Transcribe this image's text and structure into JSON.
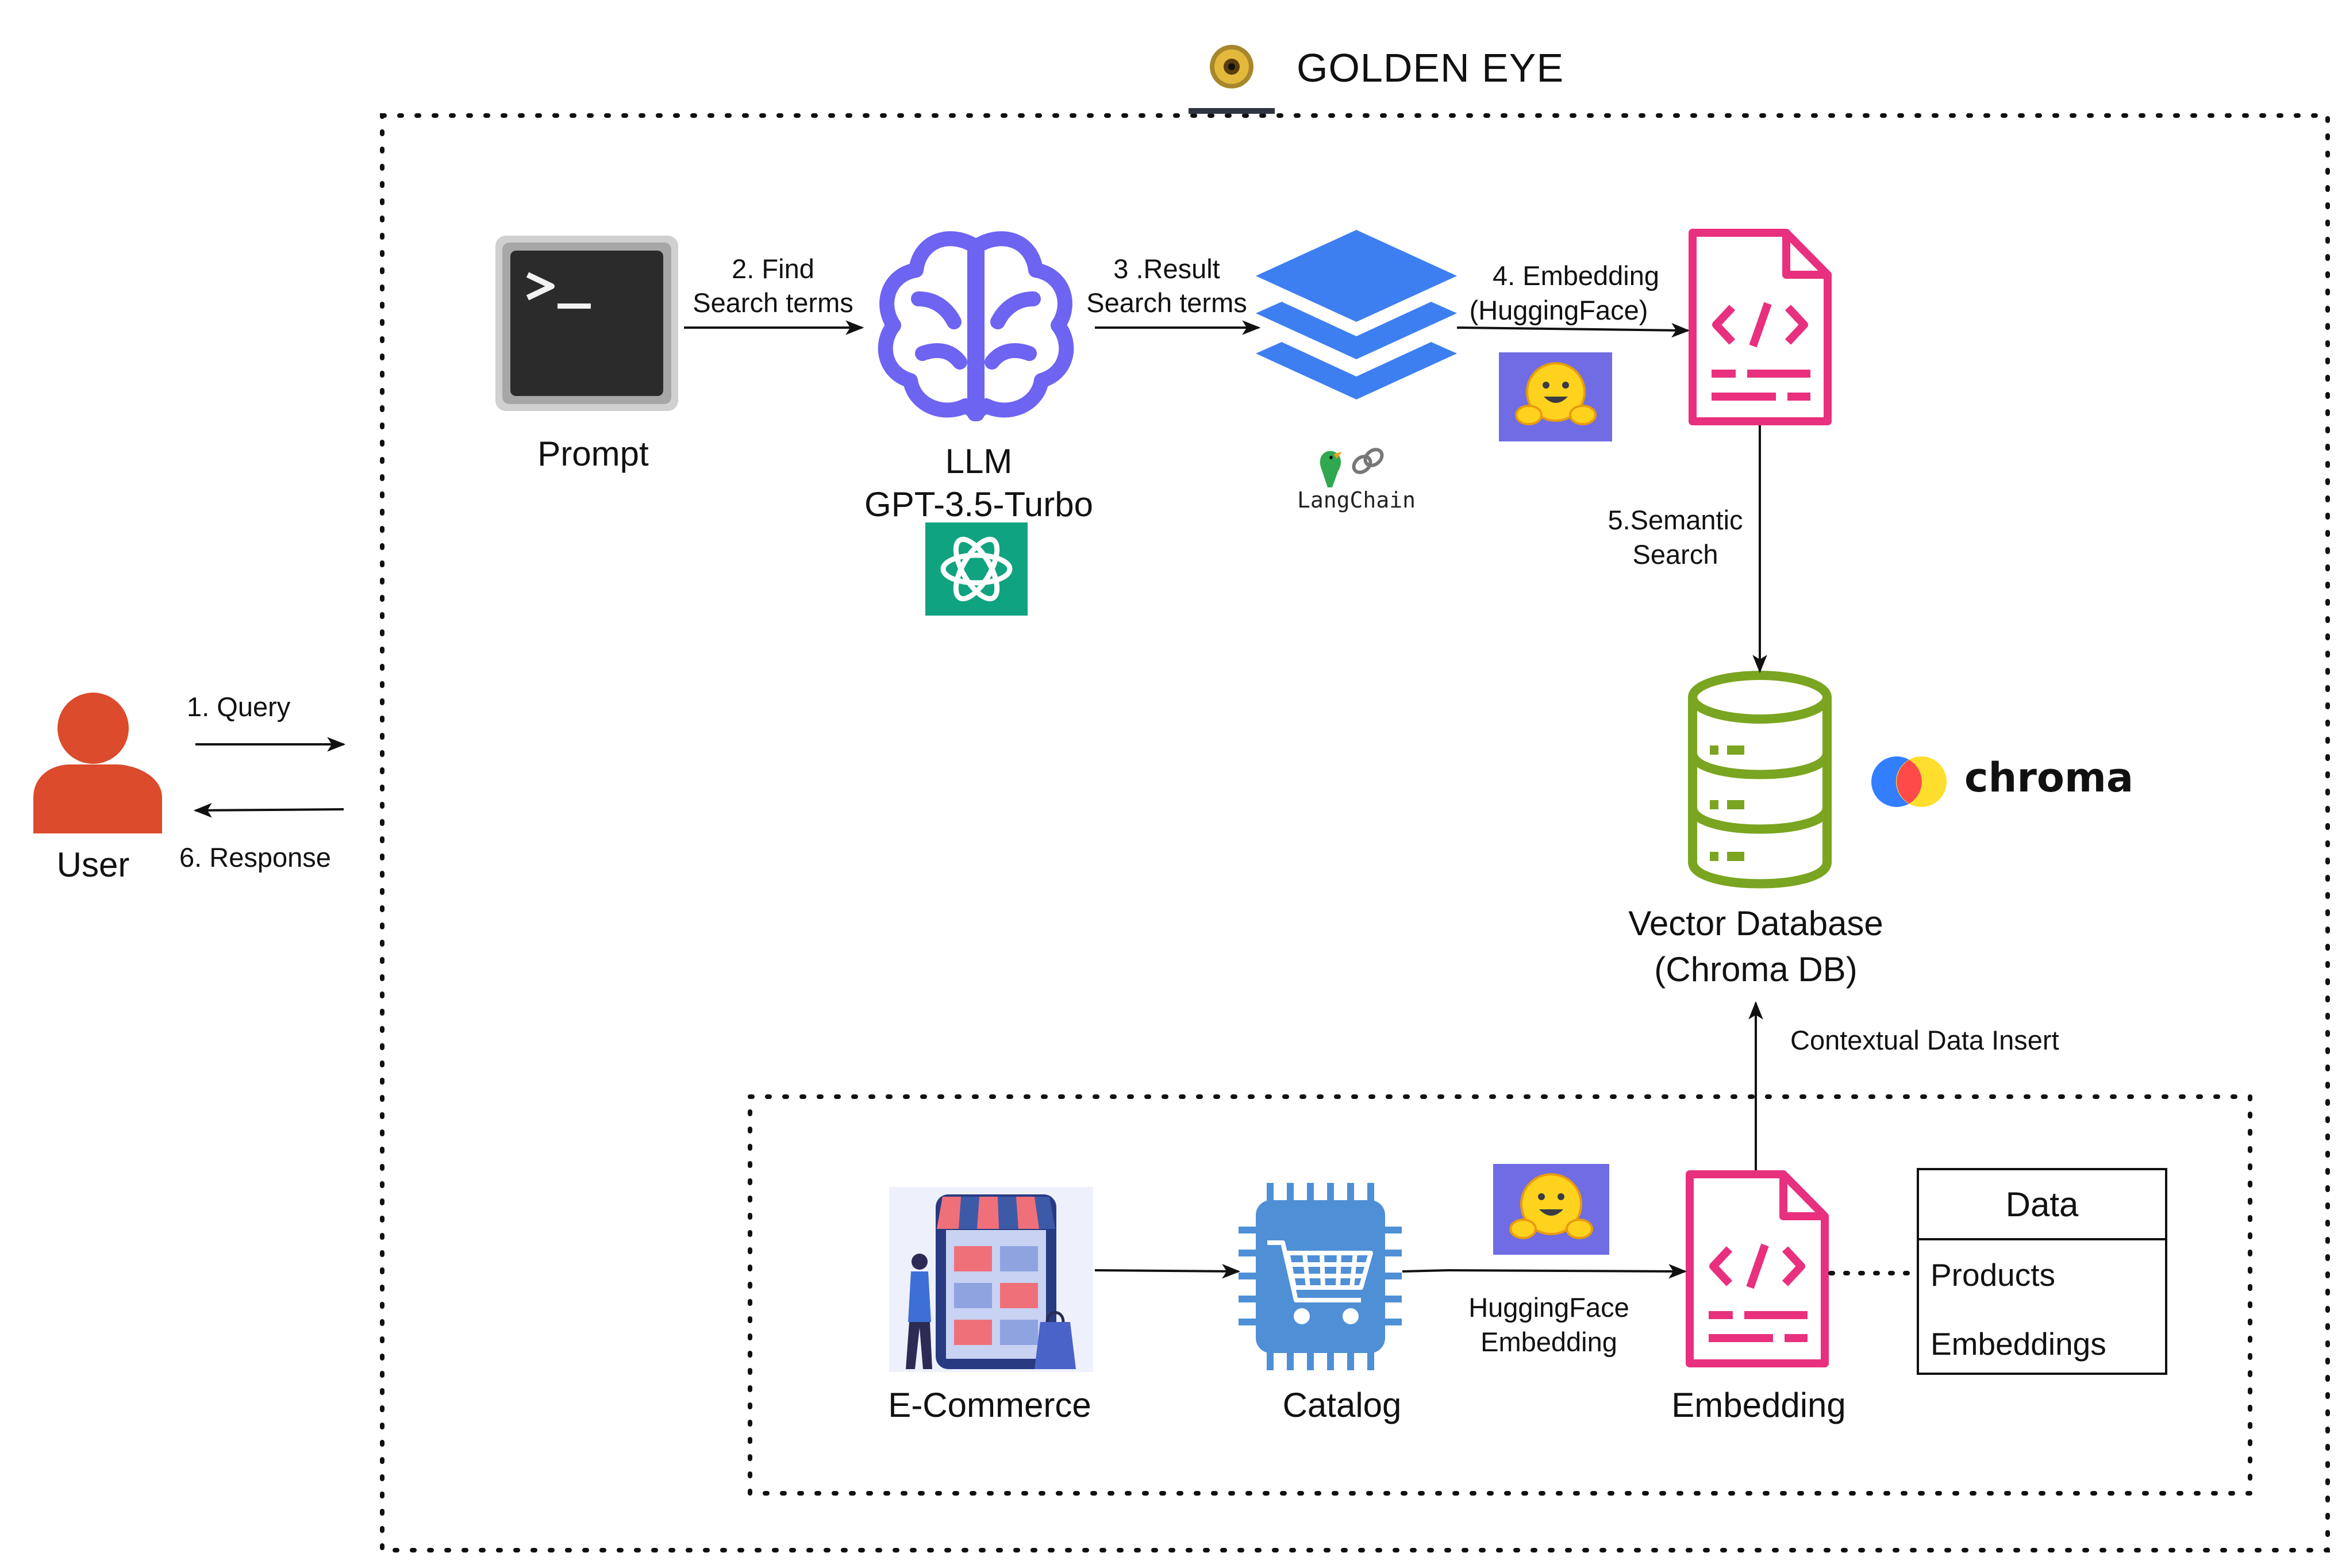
{
  "title": "GOLDEN EYE",
  "user": {
    "label": "User",
    "query_label": "1. Query",
    "response_label": "6. Response"
  },
  "prompt": {
    "label": "Prompt"
  },
  "llm": {
    "label": "LLM",
    "model": "GPT-3.5-Turbo"
  },
  "langchain": {
    "label": "LangChain"
  },
  "steps": {
    "find": [
      "2. Find",
      "Search terms"
    ],
    "result": [
      "3 .Result",
      "Search terms"
    ],
    "embedding": [
      "4. Embedding",
      "(HuggingFace)"
    ],
    "semantic": [
      "5.Semantic",
      "Search"
    ]
  },
  "vector_db": {
    "line1": "Vector Database",
    "line2": "(Chroma DB)",
    "brand": "chroma"
  },
  "contextual_insert": "Contextual Data Insert",
  "pipeline": {
    "ecommerce": "E-Commerce",
    "catalog": "Catalog",
    "hf_embedding": [
      "HuggingFace",
      "Embedding"
    ],
    "embedding": "Embedding"
  },
  "data_box": {
    "header": "Data",
    "items": [
      "Products",
      "Embeddings"
    ]
  },
  "colors": {
    "user": "#db4b2c",
    "brain": "#6d64f2",
    "openai": "#10a37f",
    "layers": "#3d7ff0",
    "doc": "#e8307e",
    "db": "#7aa520",
    "chip": "#4f8fd6",
    "hf_bg": "#6f6ce4",
    "hf_face": "#ffd21e",
    "chroma_blue": "#327eff",
    "chroma_red": "#ff4a4a",
    "chroma_yellow": "#ffde2d"
  },
  "icons": [
    "golden-eye-logo-icon",
    "terminal-icon",
    "brain-icon",
    "openai-icon",
    "langchain-layers-icon",
    "langchain-parrot-icon",
    "hugging-face-icon",
    "code-document-icon",
    "database-icon",
    "chroma-logo-icon",
    "user-icon",
    "storefront-icon",
    "shopping-cart-chip-icon"
  ]
}
